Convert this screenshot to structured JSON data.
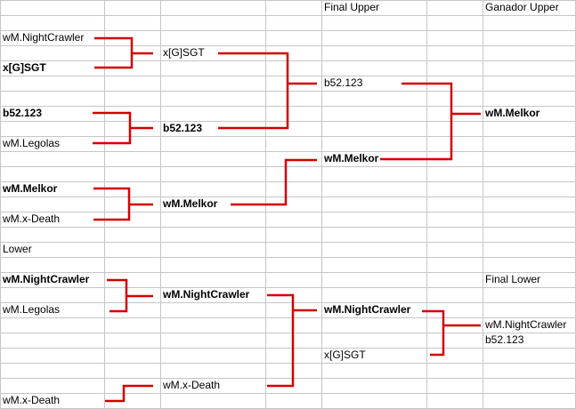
{
  "headers": {
    "final_upper": "Final Upper",
    "ganador_upper": "Ganador Upper",
    "lower": "Lower",
    "final_lower": "Final Lower"
  },
  "upper": {
    "round1": {
      "match1": {
        "top": "wM.NightCrawler",
        "bottom": "x[G]SGT"
      },
      "match2": {
        "top": "b52.123",
        "bottom": "wM.Legolas"
      },
      "match3": {
        "top": "wM.Melkor",
        "bottom": "wM.x-Death"
      }
    },
    "round2": {
      "r1": "x[G]SGT",
      "r2": "b52.123",
      "r3": "wM.Melkor"
    },
    "final": {
      "top": "b52.123",
      "bottom": "wM.Melkor"
    },
    "winner": "wM.Melkor"
  },
  "lower": {
    "round1": {
      "top": "wM.NightCrawler",
      "bottom": "wM.Legolas",
      "bye": "wM.x-Death"
    },
    "round2": {
      "top": "wM.NightCrawler",
      "bottom": "wM.x-Death"
    },
    "final": {
      "top": "wM.NightCrawler",
      "bottom": "x[G]SGT"
    },
    "result": {
      "first": "wM.NightCrawler",
      "second": "b52.123"
    }
  },
  "colors": {
    "bracket_line": "#d40000",
    "grid": "#c6c6c6"
  }
}
